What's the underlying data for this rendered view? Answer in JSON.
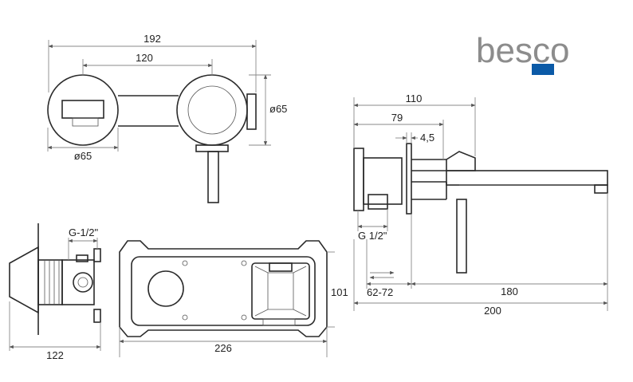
{
  "brand": {
    "logo_text": "besco",
    "colors": {
      "gray": "#8c8c8c",
      "blue": "#0b5aa7"
    }
  },
  "dimensions": {
    "top_width": "192",
    "center_distance": "120",
    "rosette_left_diameter": "ø65",
    "rosette_right_diameter": "ø65",
    "side_total_depth": "110",
    "side_body_depth": "79",
    "side_gap": "4,5",
    "side_thread": "G 1/2\"",
    "side_adjust": "62-72",
    "spout_reach": "180",
    "side_total_length": "200",
    "box_thread": "G-1/2\"",
    "box_depth": "122",
    "box_width": "226",
    "box_height": "101"
  }
}
